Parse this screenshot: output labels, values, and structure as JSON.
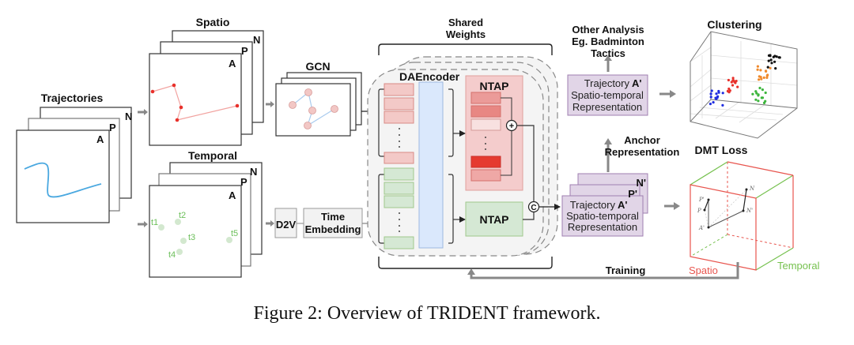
{
  "figure": {
    "caption": "Figure 2: Overview of TRIDENT framework."
  },
  "inputs": {
    "trajectories": {
      "title": "Trajectories",
      "stack_labels": [
        "N",
        "P",
        "A"
      ]
    },
    "spatio": {
      "title": "Spatio",
      "stack_labels": [
        "N",
        "P",
        "A"
      ]
    },
    "temporal": {
      "title": "Temporal",
      "stack_labels": [
        "N",
        "P",
        "A"
      ],
      "time_points": [
        "t1",
        "t2",
        "t3",
        "t4",
        "t5"
      ]
    }
  },
  "modules": {
    "gcn": {
      "title": "GCN"
    },
    "d2v": {
      "label": "D2V"
    },
    "time_embedding": {
      "line1": "Time",
      "line2": "Embedding"
    },
    "shared_weights": {
      "line1": "Shared",
      "line2": "Weights"
    },
    "daencoder": {
      "title": "DAEncoder"
    },
    "ntap_spatio": {
      "title": "NTAP",
      "sum_symbol": "+"
    },
    "ntap_temporal": {
      "title": "NTAP"
    },
    "concat": {
      "symbol": "C"
    }
  },
  "representations": {
    "stack": {
      "labels": [
        "N'",
        "P'"
      ],
      "line1": "Trajectory",
      "anchor": "A'",
      "line2": "Spatio-temporal",
      "line3": "Representation"
    },
    "anchor_box": {
      "line1": "Trajectory",
      "anchor": "A'",
      "line2": "Spatio-temporal",
      "line3": "Representation"
    },
    "anchor_label": {
      "line1": "Anchor",
      "line2": "Representation"
    },
    "other_analysis": {
      "line1": "Other Analysis",
      "line2": "Eg. Badminton",
      "line3": "Tactics"
    }
  },
  "outputs": {
    "clustering": {
      "title": "Clustering",
      "clusters": [
        "blue",
        "red",
        "green",
        "orange",
        "black"
      ]
    },
    "dmt_loss": {
      "title": "DMT Loss",
      "axis_spatio": "Spatio",
      "axis_temporal": "Temporal",
      "points": [
        "P'",
        "P",
        "A'",
        "N",
        "N'"
      ]
    },
    "training": {
      "label": "Training"
    }
  },
  "colors": {
    "arrow_gray": "#808080",
    "spatio_red": "#e8554e",
    "temporal_green": "#76c14f",
    "pink_block": "#f3c9c7",
    "green_block": "#d5e8d4",
    "blue_block": "#dae8fc",
    "purple_box": "#e1d5e7",
    "traj_blue": "#4aa8e0"
  }
}
